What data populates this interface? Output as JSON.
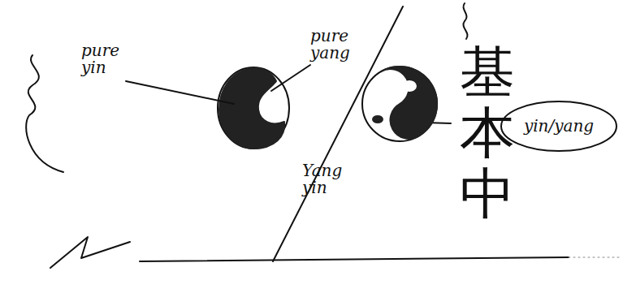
{
  "diagram": {
    "nodes": [
      {
        "text": [
          "yin/yang"
        ]
      }
    ],
    "labels": [
      "pure yin",
      "pure yang",
      "Yang yin",
      "基本中"
    ]
  }
}
